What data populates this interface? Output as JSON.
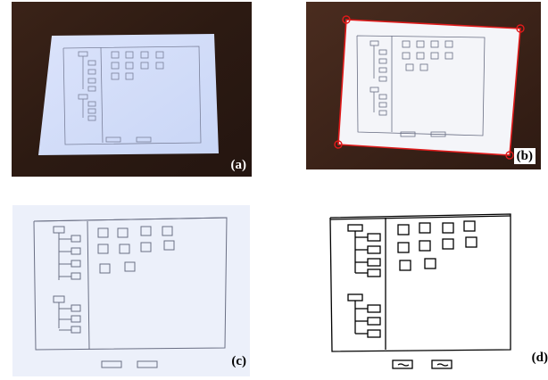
{
  "figure": {
    "panels": [
      {
        "id": "a",
        "label": "(a)"
      },
      {
        "id": "b",
        "label": "(b)"
      },
      {
        "id": "c",
        "label": "(c)"
      },
      {
        "id": "d",
        "label": "(d)"
      }
    ]
  },
  "colors": {
    "table_dark": "#2e1a12",
    "table_mid": "#4a2c1f",
    "paper_blue": "#dfe6fb",
    "paper_white": "#f6f7fb",
    "corner_marker": "#e01a1a",
    "sketch_stroke": "#6a6f84",
    "binary_stroke": "#000000"
  }
}
